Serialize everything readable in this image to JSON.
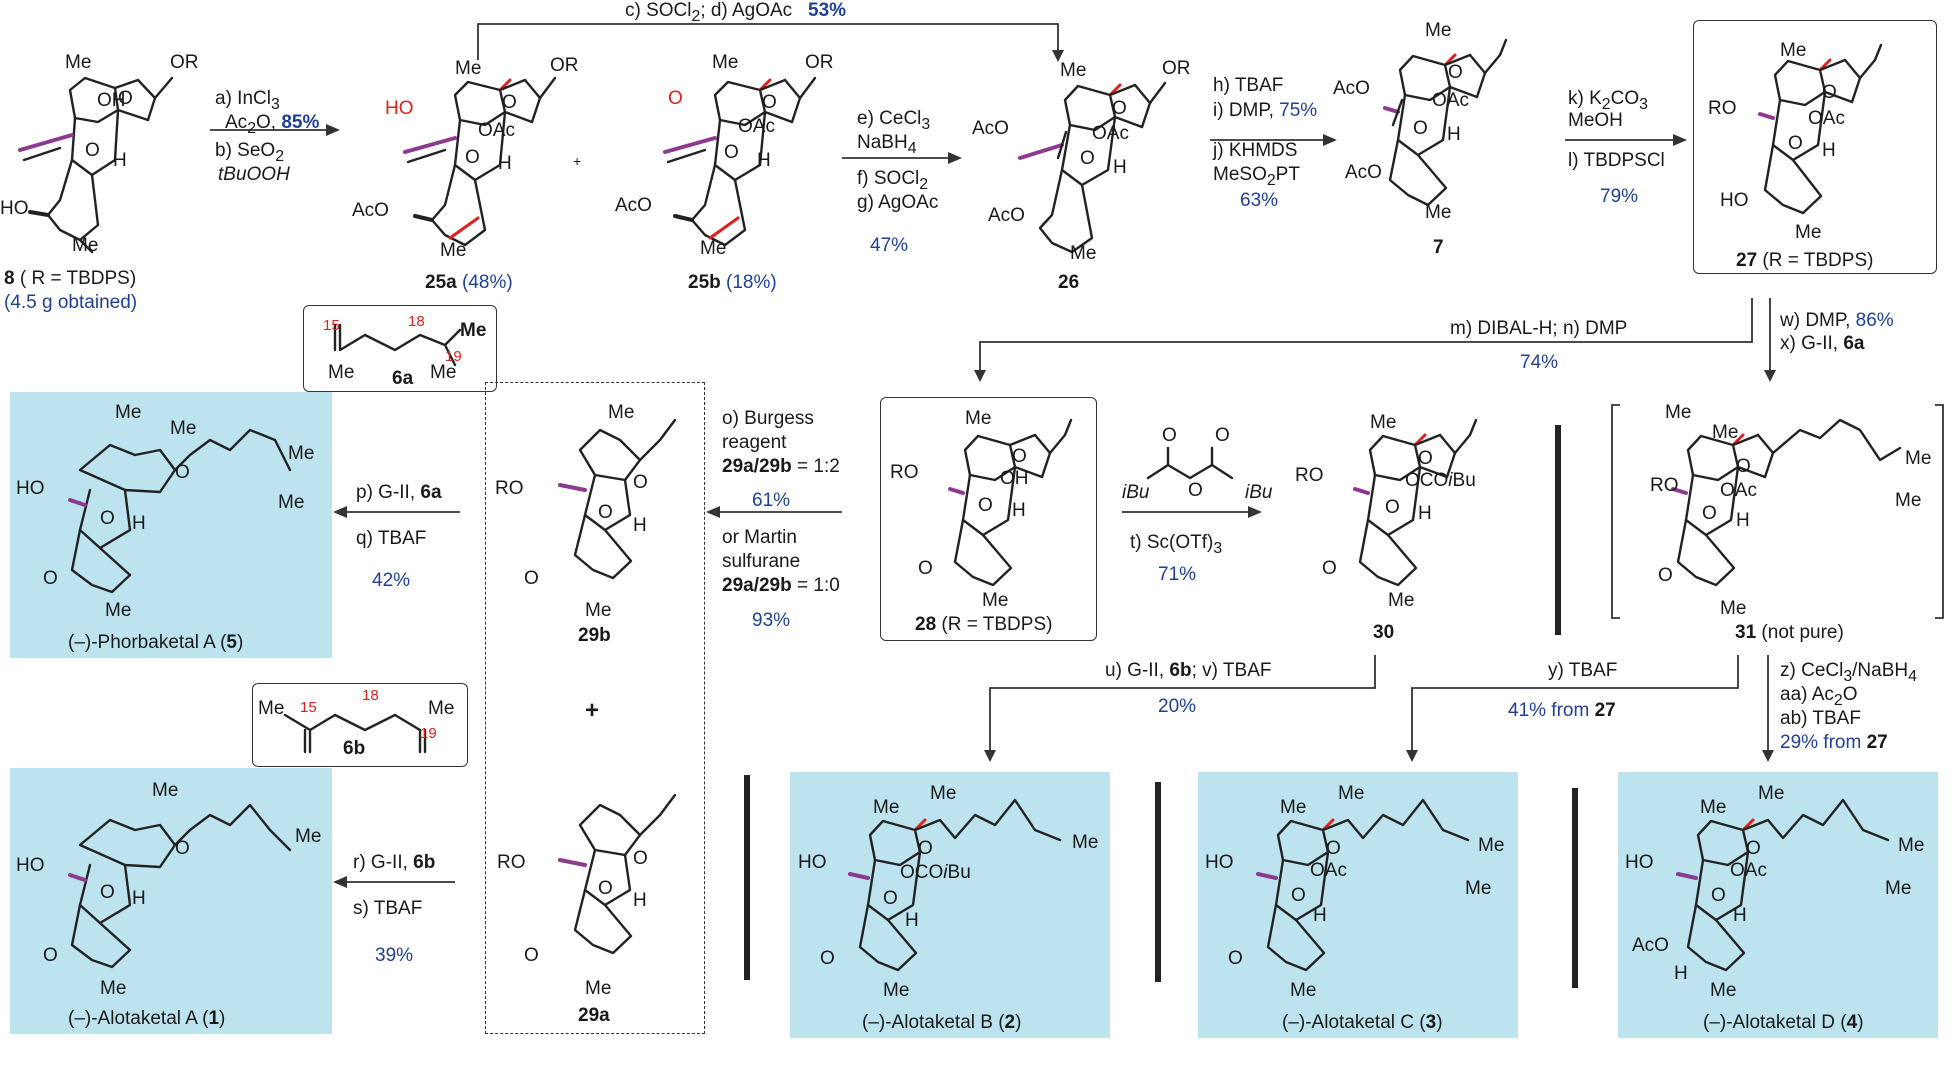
{
  "reagents": {
    "top_cd": "c) SOCl",
    "top_cd_b": "; d) AgOAc",
    "top_cd_yield": "53%",
    "a_line1": "a) InCl",
    "a_line2": "Ac",
    "a_line2b": "O,",
    "a_yield": "85%",
    "b_line1": "b) SeO",
    "b_line2": "tBuOOH",
    "efg_1": "e) CeCl",
    "efg_2": "NaBH",
    "efg_3": "f) SOCl",
    "efg_4": "g) AgOAc",
    "efg_yield": "47%",
    "hij_1": "h) TBAF",
    "hij_2": "i) DMP,",
    "hij_2_yield": "75%",
    "hij_3": "j) KHMDS",
    "hij_4": "MeSO",
    "hij_4b": "PT",
    "hij_yield": "63%",
    "kl_1": "k) K",
    "kl_1b": "CO",
    "kl_2": "MeOH",
    "kl_3": "l) TBDPSCl",
    "kl_yield": "79%",
    "mn": "m) DIBAL-H; n) DMP",
    "mn_yield": "74%",
    "wx_1": "w) DMP,",
    "wx_1_yield": "86%",
    "wx_2": "x) G-II,",
    "wx_2b": "6a",
    "o_1": "o) Burgess",
    "o_2": "reagent",
    "o_3": "29a/29b",
    "o_3b": " = 1:2",
    "o_yield": "61%",
    "o_4": "or Martin",
    "o_5": "sulfurane",
    "o_6": "29a/29b",
    "o_6b": " = 1:0",
    "o_yield2": "93%",
    "pq_1": "p) G-II,",
    "pq_1b": "6a",
    "pq_2": "q) TBAF",
    "pq_yield": "42%",
    "rs_1": "r) G-II,",
    "rs_1b": "6b",
    "rs_2": "s) TBAF",
    "rs_yield": "39%",
    "anh_left": "iBu",
    "anh_right": "iBu",
    "t": "t) Sc(OTf)",
    "t_yield": "71%",
    "uv": "u) G-II,",
    "uv_b": "6b",
    "uv_c": "; v) TBAF",
    "uv_yield": "20%",
    "y": "y) TBAF",
    "y_yield": "41% from",
    "y_yield_b": "27",
    "z_1": "z) CeCl",
    "z_1b": "/NaBH",
    "z_2": "aa) Ac",
    "z_2b": "O",
    "z_3": "ab) TBAF",
    "z_yield": "29% from",
    "z_yield_b": "27"
  },
  "compounds": {
    "c8": "8",
    "c8_note": " ( R = TBDPS)",
    "c8_obtained": "(4.5 g obtained)",
    "c25a": "25a",
    "c25a_yield": "(48%)",
    "c25b": "25b",
    "c25b_yield": "(18%)",
    "c26": "26",
    "c7": "7",
    "c27": "27",
    "c27_note": " (R = TBDPS)",
    "c28": "28",
    "c28_note": " (R = TBDPS)",
    "c30": "30",
    "c31": "31",
    "c31_note": " (not pure)",
    "c29b": "29b",
    "c29a": "29a",
    "plus": "+",
    "c6a": "6a",
    "c6b": "6b"
  },
  "products": {
    "p5": "(–)-Phorbaketal A (",
    "p5_num": "5",
    "p1": "(–)-Alotaketal A (",
    "p1_num": "1",
    "p2": "(–)-Alotaketal B (",
    "p2_num": "2",
    "p3": "(–)-Alotaketal C (",
    "p3_num": "3",
    "p4": "(–)-Alotaketal D (",
    "p4_num": "4",
    "close": ")"
  },
  "atoms": {
    "me": "Me",
    "or": "OR",
    "oh": "OH",
    "o": "O",
    "h": "H",
    "ho": "HO",
    "ro": "RO",
    "aco": "AcO",
    "oac": "OAc",
    "ocoibu": "OCOiBu",
    "n15": "15",
    "n18": "18",
    "n19": "19"
  },
  "colors": {
    "product_box": "#bde3ef",
    "yield_blue": "#1f3f9a",
    "new_bond_red": "#e02020",
    "side_chain_purple": "#8b3a8f"
  }
}
